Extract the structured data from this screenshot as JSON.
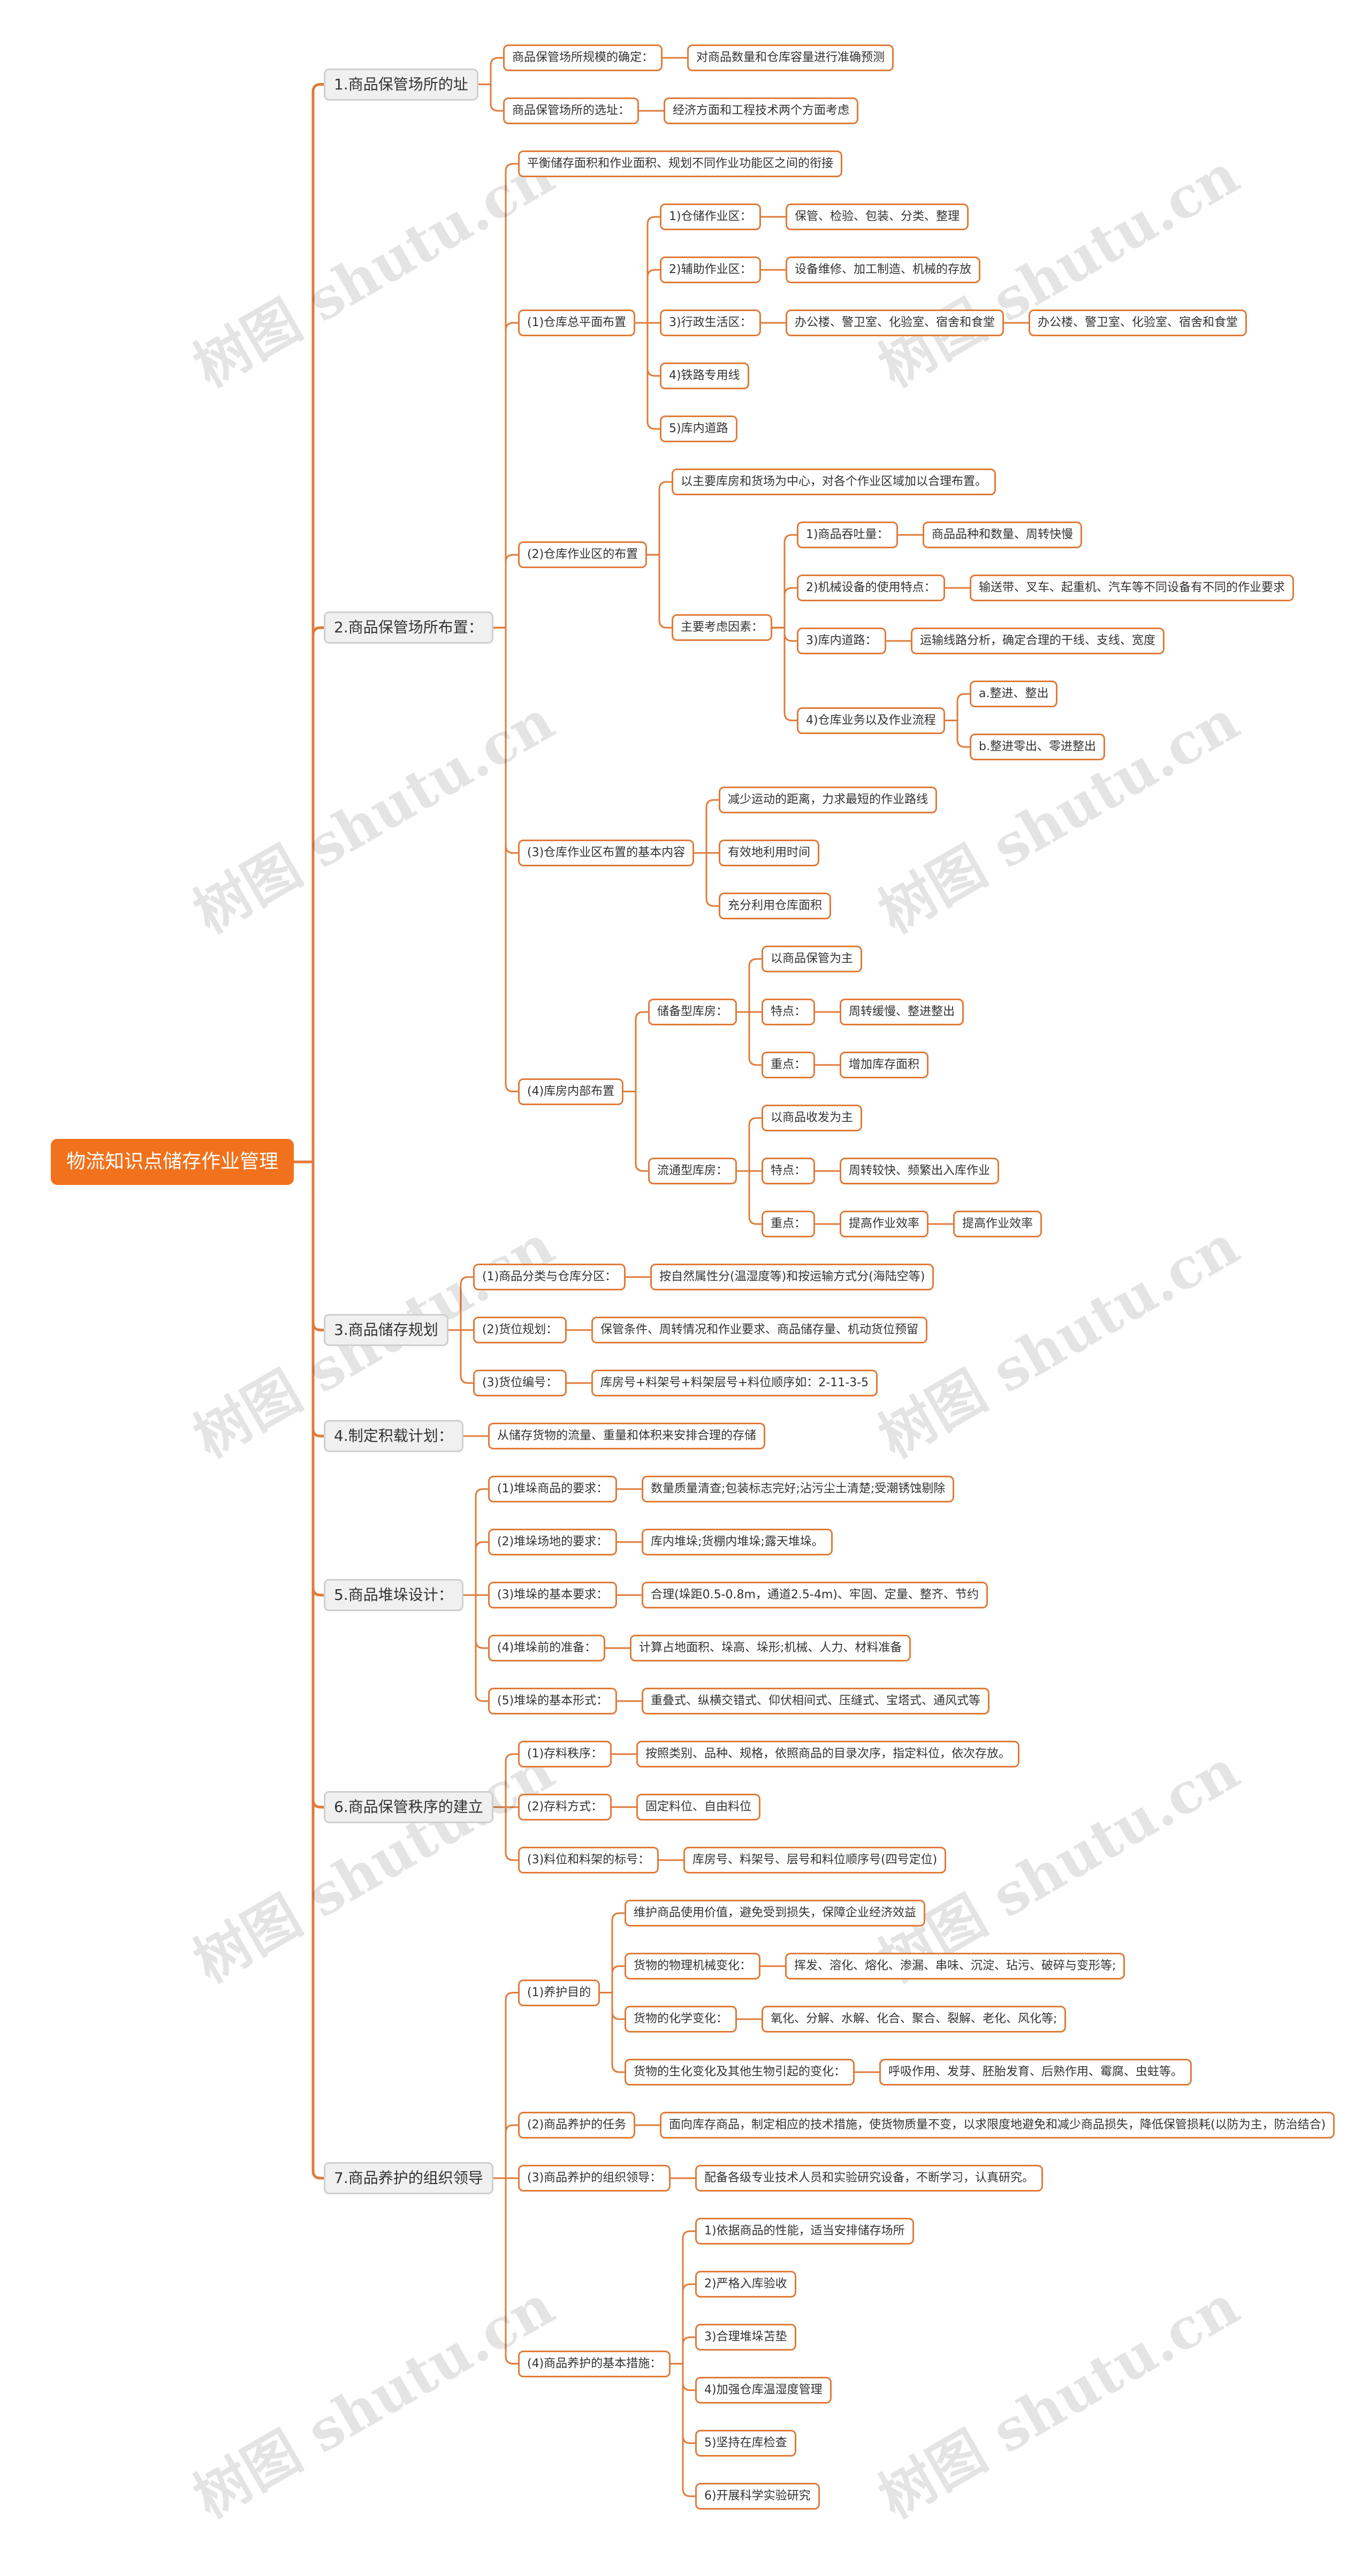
{
  "watermark": "树图 shutu.cn",
  "colors": {
    "branch": "#e07b39",
    "root_fill": "#f2711c",
    "level1_fill": "#f0f0f0"
  },
  "tree": {
    "label": "物流知识点储存作业管理",
    "children": [
      {
        "label": "1.商品保管场所的址",
        "children": [
          {
            "label": "商品保管场所规模的确定：",
            "children": [
              {
                "label": "对商品数量和仓库容量进行准确预测"
              }
            ]
          },
          {
            "label": "商品保管场所的选址：",
            "children": [
              {
                "label": "经济方面和工程技术两个方面考虑"
              }
            ]
          }
        ]
      },
      {
        "label": "2.商品保管场所布置：",
        "children": [
          {
            "label": "平衡储存面积和作业面积、规划不同作业功能区之间的衔接"
          },
          {
            "label": "(1)仓库总平面布置",
            "children": [
              {
                "label": "1)仓储作业区：",
                "children": [
                  {
                    "label": "保管、检验、包装、分类、整理"
                  }
                ]
              },
              {
                "label": "2)辅助作业区：",
                "children": [
                  {
                    "label": "设备维修、加工制造、机械的存放"
                  }
                ]
              },
              {
                "label": "3)行政生活区：",
                "children": [
                  {
                    "label": "办公楼、警卫室、化验室、宿舍和食堂",
                    "children": [
                      {
                        "label": "办公楼、警卫室、化验室、宿舍和食堂"
                      }
                    ]
                  }
                ]
              },
              {
                "label": "4)铁路专用线"
              },
              {
                "label": "5)库内道路"
              }
            ]
          },
          {
            "label": "(2)仓库作业区的布置",
            "children": [
              {
                "label": "以主要库房和货场为中心，对各个作业区域加以合理布置。"
              },
              {
                "label": "主要考虑因素：",
                "children": [
                  {
                    "label": "1)商品吞吐量：",
                    "children": [
                      {
                        "label": "商品品种和数量、周转快慢"
                      }
                    ]
                  },
                  {
                    "label": "2)机械设备的使用特点：",
                    "children": [
                      {
                        "label": "输送带、叉车、起重机、汽车等不同设备有不同的作业要求"
                      }
                    ]
                  },
                  {
                    "label": "3)库内道路：",
                    "children": [
                      {
                        "label": "运输线路分析，确定合理的干线、支线、宽度"
                      }
                    ]
                  },
                  {
                    "label": "4)仓库业务以及作业流程",
                    "children": [
                      {
                        "label": "a.整进、整出"
                      },
                      {
                        "label": "b.整进零出、零进整出"
                      }
                    ]
                  }
                ]
              }
            ]
          },
          {
            "label": "(3)仓库作业区布置的基本内容",
            "children": [
              {
                "label": "减少运动的距离，力求最短的作业路线"
              },
              {
                "label": "有效地利用时间"
              },
              {
                "label": "充分利用仓库面积"
              }
            ]
          },
          {
            "label": "(4)库房内部布置",
            "children": [
              {
                "label": "储备型库房：",
                "children": [
                  {
                    "label": "以商品保管为主"
                  },
                  {
                    "label": "特点：",
                    "children": [
                      {
                        "label": "周转缓慢、整进整出"
                      }
                    ]
                  },
                  {
                    "label": "重点：",
                    "children": [
                      {
                        "label": "增加库存面积"
                      }
                    ]
                  }
                ]
              },
              {
                "label": "流通型库房：",
                "children": [
                  {
                    "label": "以商品收发为主"
                  },
                  {
                    "label": "特点：",
                    "children": [
                      {
                        "label": "周转较快、频繁出入库作业"
                      }
                    ]
                  },
                  {
                    "label": "重点：",
                    "children": [
                      {
                        "label": "提高作业效率",
                        "children": [
                          {
                            "label": "提高作业效率"
                          }
                        ]
                      }
                    ]
                  }
                ]
              }
            ]
          }
        ]
      },
      {
        "label": "3.商品储存规划",
        "children": [
          {
            "label": "(1)商品分类与仓库分区：",
            "children": [
              {
                "label": "按自然属性分(温湿度等)和按运输方式分(海陆空等)"
              }
            ]
          },
          {
            "label": "(2)货位规划：",
            "children": [
              {
                "label": "保管条件、周转情况和作业要求、商品储存量、机动货位预留"
              }
            ]
          },
          {
            "label": "(3)货位编号：",
            "children": [
              {
                "label": "库房号+料架号+料架层号+料位顺序如：2-11-3-5"
              }
            ]
          }
        ]
      },
      {
        "label": "4.制定积载计划：",
        "children": [
          {
            "label": "从储存货物的流量、重量和体积来安排合理的存储"
          }
        ]
      },
      {
        "label": "5.商品堆垛设计：",
        "children": [
          {
            "label": "(1)堆垛商品的要求：",
            "children": [
              {
                "label": "数量质量清查;包装标志完好;沾污尘土清楚;受潮锈蚀剔除"
              }
            ]
          },
          {
            "label": "(2)堆垛场地的要求：",
            "children": [
              {
                "label": "库内堆垛;货棚内堆垛;露天堆垛。"
              }
            ]
          },
          {
            "label": "(3)堆垛的基本要求：",
            "children": [
              {
                "label": "合理(垛距0.5-0.8m，通道2.5-4m)、牢固、定量、整齐、节约"
              }
            ]
          },
          {
            "label": "(4)堆垛前的准备：",
            "children": [
              {
                "label": "计算占地面积、垛高、垛形;机械、人力、材料准备"
              }
            ]
          },
          {
            "label": "(5)堆垛的基本形式：",
            "children": [
              {
                "label": "重叠式、纵横交错式、仰伏相间式、压缝式、宝塔式、通风式等"
              }
            ]
          }
        ]
      },
      {
        "label": "6.商品保管秩序的建立",
        "children": [
          {
            "label": "(1)存料秩序：",
            "children": [
              {
                "label": "按照类别、品种、规格，依照商品的目录次序，指定料位，依次存放。"
              }
            ]
          },
          {
            "label": "(2)存料方式：",
            "children": [
              {
                "label": "固定料位、自由料位"
              }
            ]
          },
          {
            "label": "(3)料位和料架的标号：",
            "children": [
              {
                "label": "库房号、料架号、层号和料位顺序号(四号定位)"
              }
            ]
          }
        ]
      },
      {
        "label": "7.商品养护的组织领导",
        "children": [
          {
            "label": "(1)养护目的",
            "children": [
              {
                "label": "维护商品使用价值，避免受到损失，保障企业经济效益"
              },
              {
                "label": "货物的物理机械变化：",
                "children": [
                  {
                    "label": "挥发、溶化、熔化、渗漏、串味、沉淀、玷污、破碎与变形等;"
                  }
                ]
              },
              {
                "label": "货物的化学变化：",
                "children": [
                  {
                    "label": "氧化、分解、水解、化合、聚合、裂解、老化、风化等;"
                  }
                ]
              },
              {
                "label": "货物的生化变化及其他生物引起的变化：",
                "children": [
                  {
                    "label": "呼吸作用、发芽、胚胎发育、后熟作用、霉腐、虫蛀等。"
                  }
                ]
              }
            ]
          },
          {
            "label": "(2)商品养护的任务",
            "children": [
              {
                "label": "面向库存商品，制定相应的技术措施，使货物质量不变，以求限度地避免和减少商品损失，降低保管损耗(以防为主，防治结合)"
              }
            ]
          },
          {
            "label": "(3)商品养护的组织领导：",
            "children": [
              {
                "label": "配备各级专业技术人员和实验研究设备，不断学习，认真研究。"
              }
            ]
          },
          {
            "label": "(4)商品养护的基本措施：",
            "children": [
              {
                "label": "1)依据商品的性能，适当安排储存场所"
              },
              {
                "label": "2)严格入库验收"
              },
              {
                "label": "3)合理堆垛苫垫"
              },
              {
                "label": "4)加强仓库温湿度管理"
              },
              {
                "label": "5)坚持在库检查"
              },
              {
                "label": "6)开展科学实验研究"
              }
            ]
          }
        ]
      }
    ]
  }
}
